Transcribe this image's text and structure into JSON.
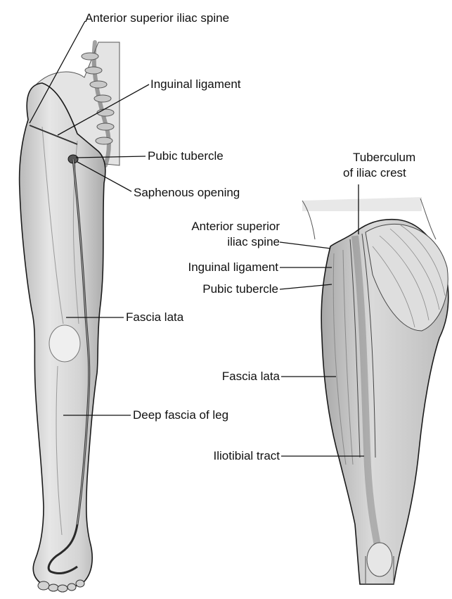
{
  "left_figure": {
    "labels": {
      "asis": "Anterior superior iliac spine",
      "inguinal": "Inguinal ligament",
      "pubic": "Pubic tubercle",
      "saphenous": "Saphenous opening",
      "fascia_lata": "Fascia lata",
      "deep_fascia": "Deep fascia of leg"
    }
  },
  "right_figure": {
    "labels": {
      "tuberculum_1": "Tuberculum",
      "tuberculum_2": "of iliac crest",
      "asis_1": "Anterior superior",
      "asis_2": "iliac spine",
      "inguinal": "Inguinal ligament",
      "pubic": "Pubic tubercle",
      "fascia_lata": "Fascia lata",
      "iliotibial": "Iliotibial tract"
    }
  },
  "colors": {
    "skin_fill": "#d9d9d9",
    "skin_light": "#ececec",
    "outline": "#1a1a1a",
    "leader_line": "#111111",
    "vein": "#2a2a2a"
  }
}
